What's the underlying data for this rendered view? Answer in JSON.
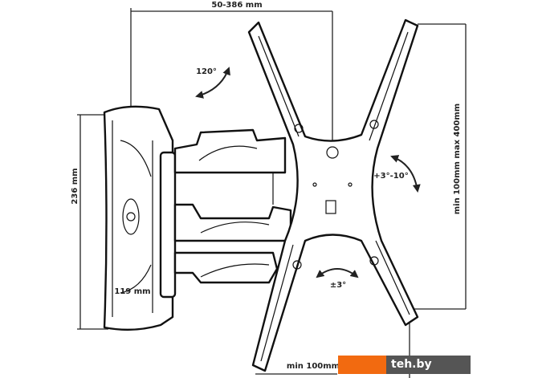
{
  "dimensions": {
    "depth": "50-386 mm",
    "plate_height": "236 mm",
    "plate_width": "119 mm",
    "vesa_vertical": "min 100mm max 400mm",
    "vesa_horizontal": "min 100mm"
  },
  "angles": {
    "swivel": "120°",
    "tilt": "+3°-10°",
    "rotation": "±3°"
  },
  "watermark": {
    "text": "teh.by"
  },
  "colors": {
    "watermark_orange": "#f26a10",
    "watermark_gray": "#555555"
  }
}
